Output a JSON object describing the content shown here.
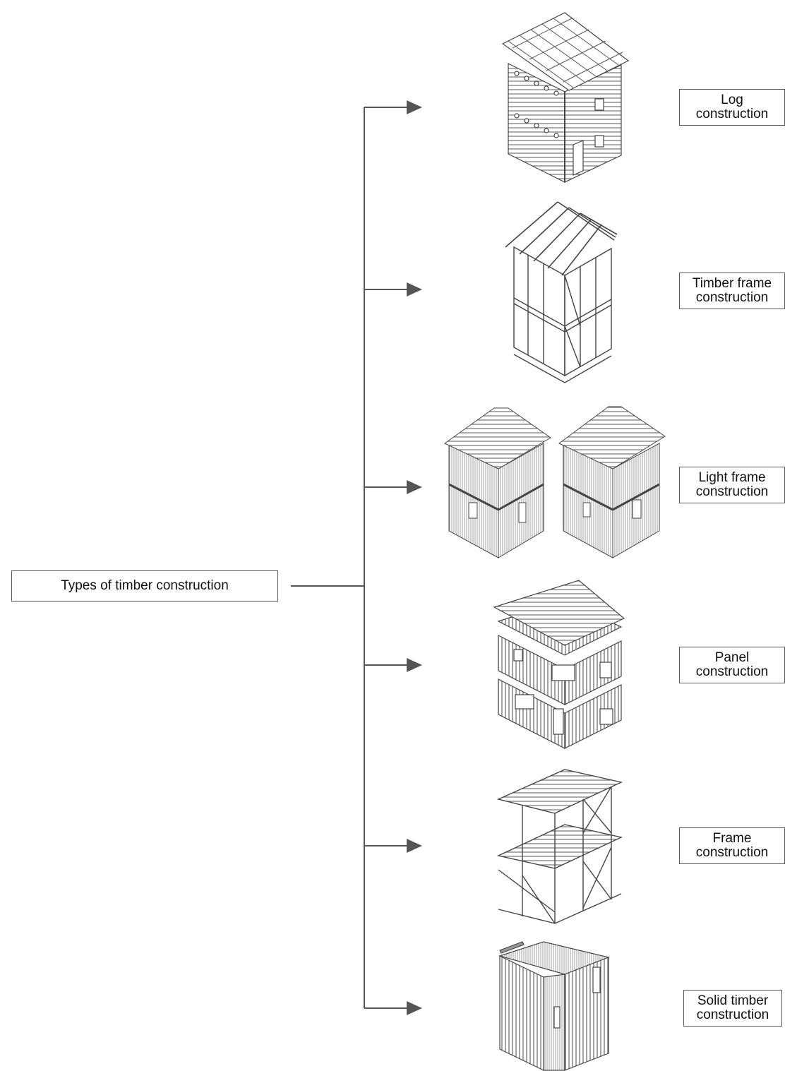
{
  "root": {
    "label": "Types of timber construction"
  },
  "types": [
    {
      "line1": "Log",
      "line2": "construction",
      "icon": "log-house-illustration"
    },
    {
      "line1": "Timber frame",
      "line2": "construction",
      "icon": "timber-frame-illustration"
    },
    {
      "line1": "Light frame",
      "line2": "construction",
      "icon": "light-frame-illustration"
    },
    {
      "line1": "Panel",
      "line2": "construction",
      "icon": "panel-house-illustration"
    },
    {
      "line1": "Frame",
      "line2": "construction",
      "icon": "frame-structure-illustration"
    },
    {
      "line1": "Solid timber",
      "line2": "construction",
      "icon": "solid-timber-illustration"
    }
  ],
  "colors": {
    "line": "#555555",
    "stroke": "#444444",
    "hatch": "#777777"
  }
}
